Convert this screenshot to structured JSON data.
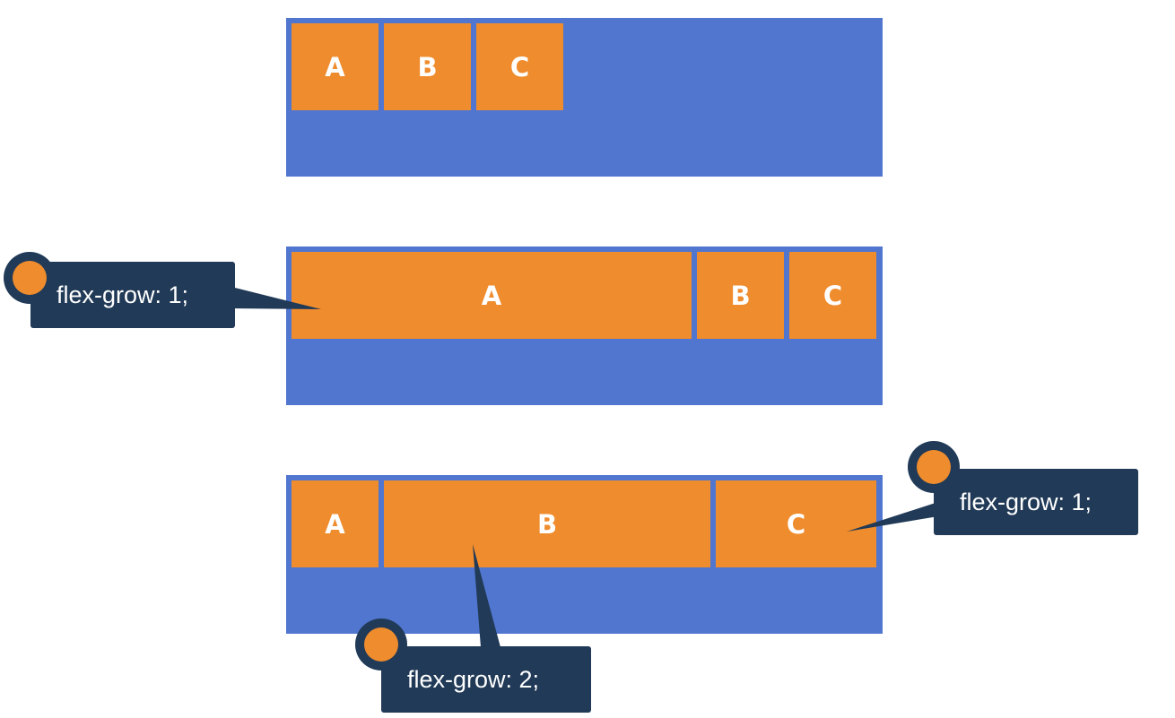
{
  "diagrams": [
    {
      "items": [
        "A",
        "B",
        "C"
      ]
    },
    {
      "items": [
        "A",
        "B",
        "C"
      ],
      "callout": "flex-grow: 1;"
    },
    {
      "items": [
        "A",
        "B",
        "C"
      ],
      "callout_b": "flex-grow: 2;",
      "callout_c": "flex-grow: 1;"
    }
  ],
  "colors": {
    "container": "#5076d0",
    "item": "#ef8c2d",
    "callout": "#213a57"
  }
}
